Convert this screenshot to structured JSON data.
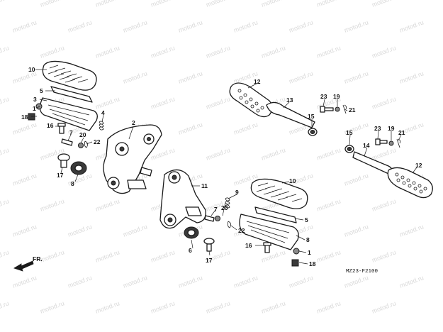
{
  "watermark": "motod.ru",
  "diagram_code": "MZ23-F2100",
  "direction_label": "FR.",
  "callouts": {
    "left_peg": {
      "p10": "10",
      "p5": "5",
      "p3": "3",
      "p1": "1",
      "p18": "18",
      "p4": "4",
      "p16": "16",
      "p7": "7",
      "p20": "20",
      "p22": "22",
      "p17": "17",
      "p8": "8"
    },
    "bracket_left": {
      "p2": "2"
    },
    "bracket_right": {
      "p11": "11",
      "p7": "7",
      "p20": "20",
      "p6": "6",
      "p17": "17",
      "p9": "9",
      "p22": "22"
    },
    "right_peg": {
      "p10": "10",
      "p5": "5",
      "p8": "8",
      "p16": "16",
      "p1": "1",
      "p18": "18"
    },
    "pillion_upper": {
      "p12": "12",
      "p13": "13",
      "p23": "23",
      "p19": "19",
      "p21": "21",
      "p15": "15"
    },
    "pillion_lower": {
      "p15": "15",
      "p23": "23",
      "p19": "19",
      "p21": "21",
      "p14": "14",
      "p12": "12"
    }
  },
  "colors": {
    "line": "#1a1a1a",
    "watermark": "#d9d9d9",
    "background": "#ffffff"
  }
}
